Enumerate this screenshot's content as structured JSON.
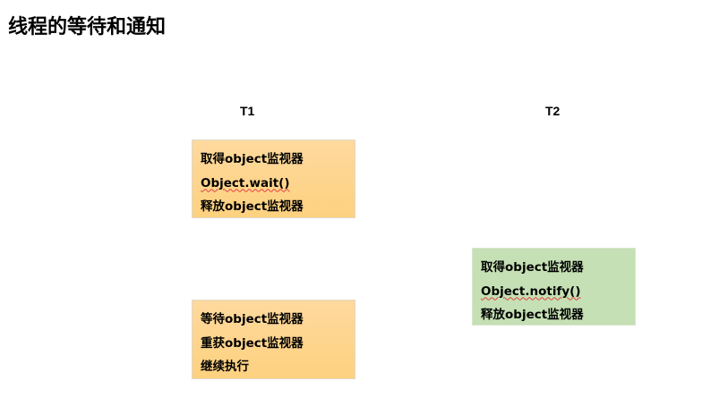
{
  "title": "线程的等待和通知",
  "t1": {
    "label": "T1",
    "box1": [
      "取得object监视器",
      "Object.wait()",
      "释放object监视器"
    ],
    "box2": [
      "等待object监视器",
      "重获object监视器",
      "继续执行"
    ]
  },
  "t2": {
    "label": "T2",
    "box1": [
      "取得object监视器",
      "Object.notify()",
      "释放object监视器"
    ]
  }
}
